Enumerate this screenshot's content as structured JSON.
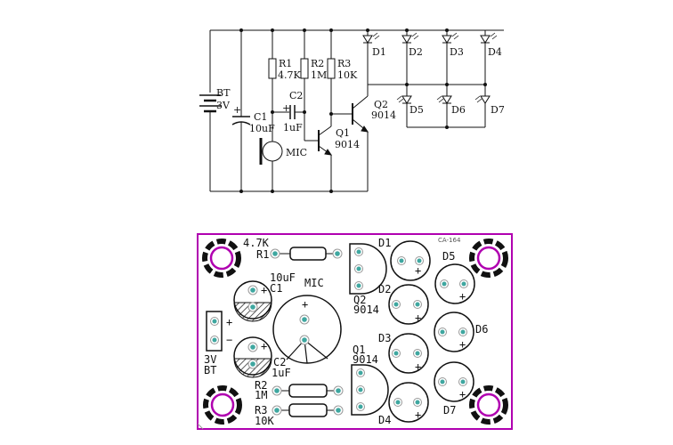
{
  "schematic": {
    "bt_name": "BT",
    "bt_value": "3V",
    "c1_name": "C1",
    "c1_value": "10uF",
    "c2_name": "C2",
    "c2_value": "1uF",
    "r1_name": "R1",
    "r1_value": "4.7K",
    "r2_name": "R2",
    "r2_value": "1M",
    "r3_name": "R3",
    "r3_value": "10K",
    "q1_name": "Q1",
    "q1_part": "9014",
    "q2_name": "Q2",
    "q2_part": "9014",
    "mic_label": "MIC",
    "plus_sign": "+",
    "leds": [
      "D1",
      "D2",
      "D3",
      "D4",
      "D5",
      "D6",
      "D7"
    ]
  },
  "pcb": {
    "board_code": "CA-164",
    "r1_value": "4.7K",
    "r1_name": "R1",
    "c1_value": "10uF",
    "c1_name": "C1",
    "mic_label": "MIC",
    "q2_name": "Q2",
    "q2_part": "9014",
    "q1_name": "Q1",
    "q1_part": "9014",
    "c2_name": "C2",
    "c2_value": "1uF",
    "bt_value": "3V",
    "bt_name": "BT",
    "r2_name": "R2",
    "r2_value": "1M",
    "r3_name": "R3",
    "r3_value": "10K",
    "plus": "+",
    "minus": "−",
    "leds": [
      "D1",
      "D2",
      "D3",
      "D4",
      "D5",
      "D6",
      "D7"
    ],
    "colors": {
      "outline": "#b000b0",
      "pad": "#3fa7a0",
      "ink": "#111111"
    }
  }
}
